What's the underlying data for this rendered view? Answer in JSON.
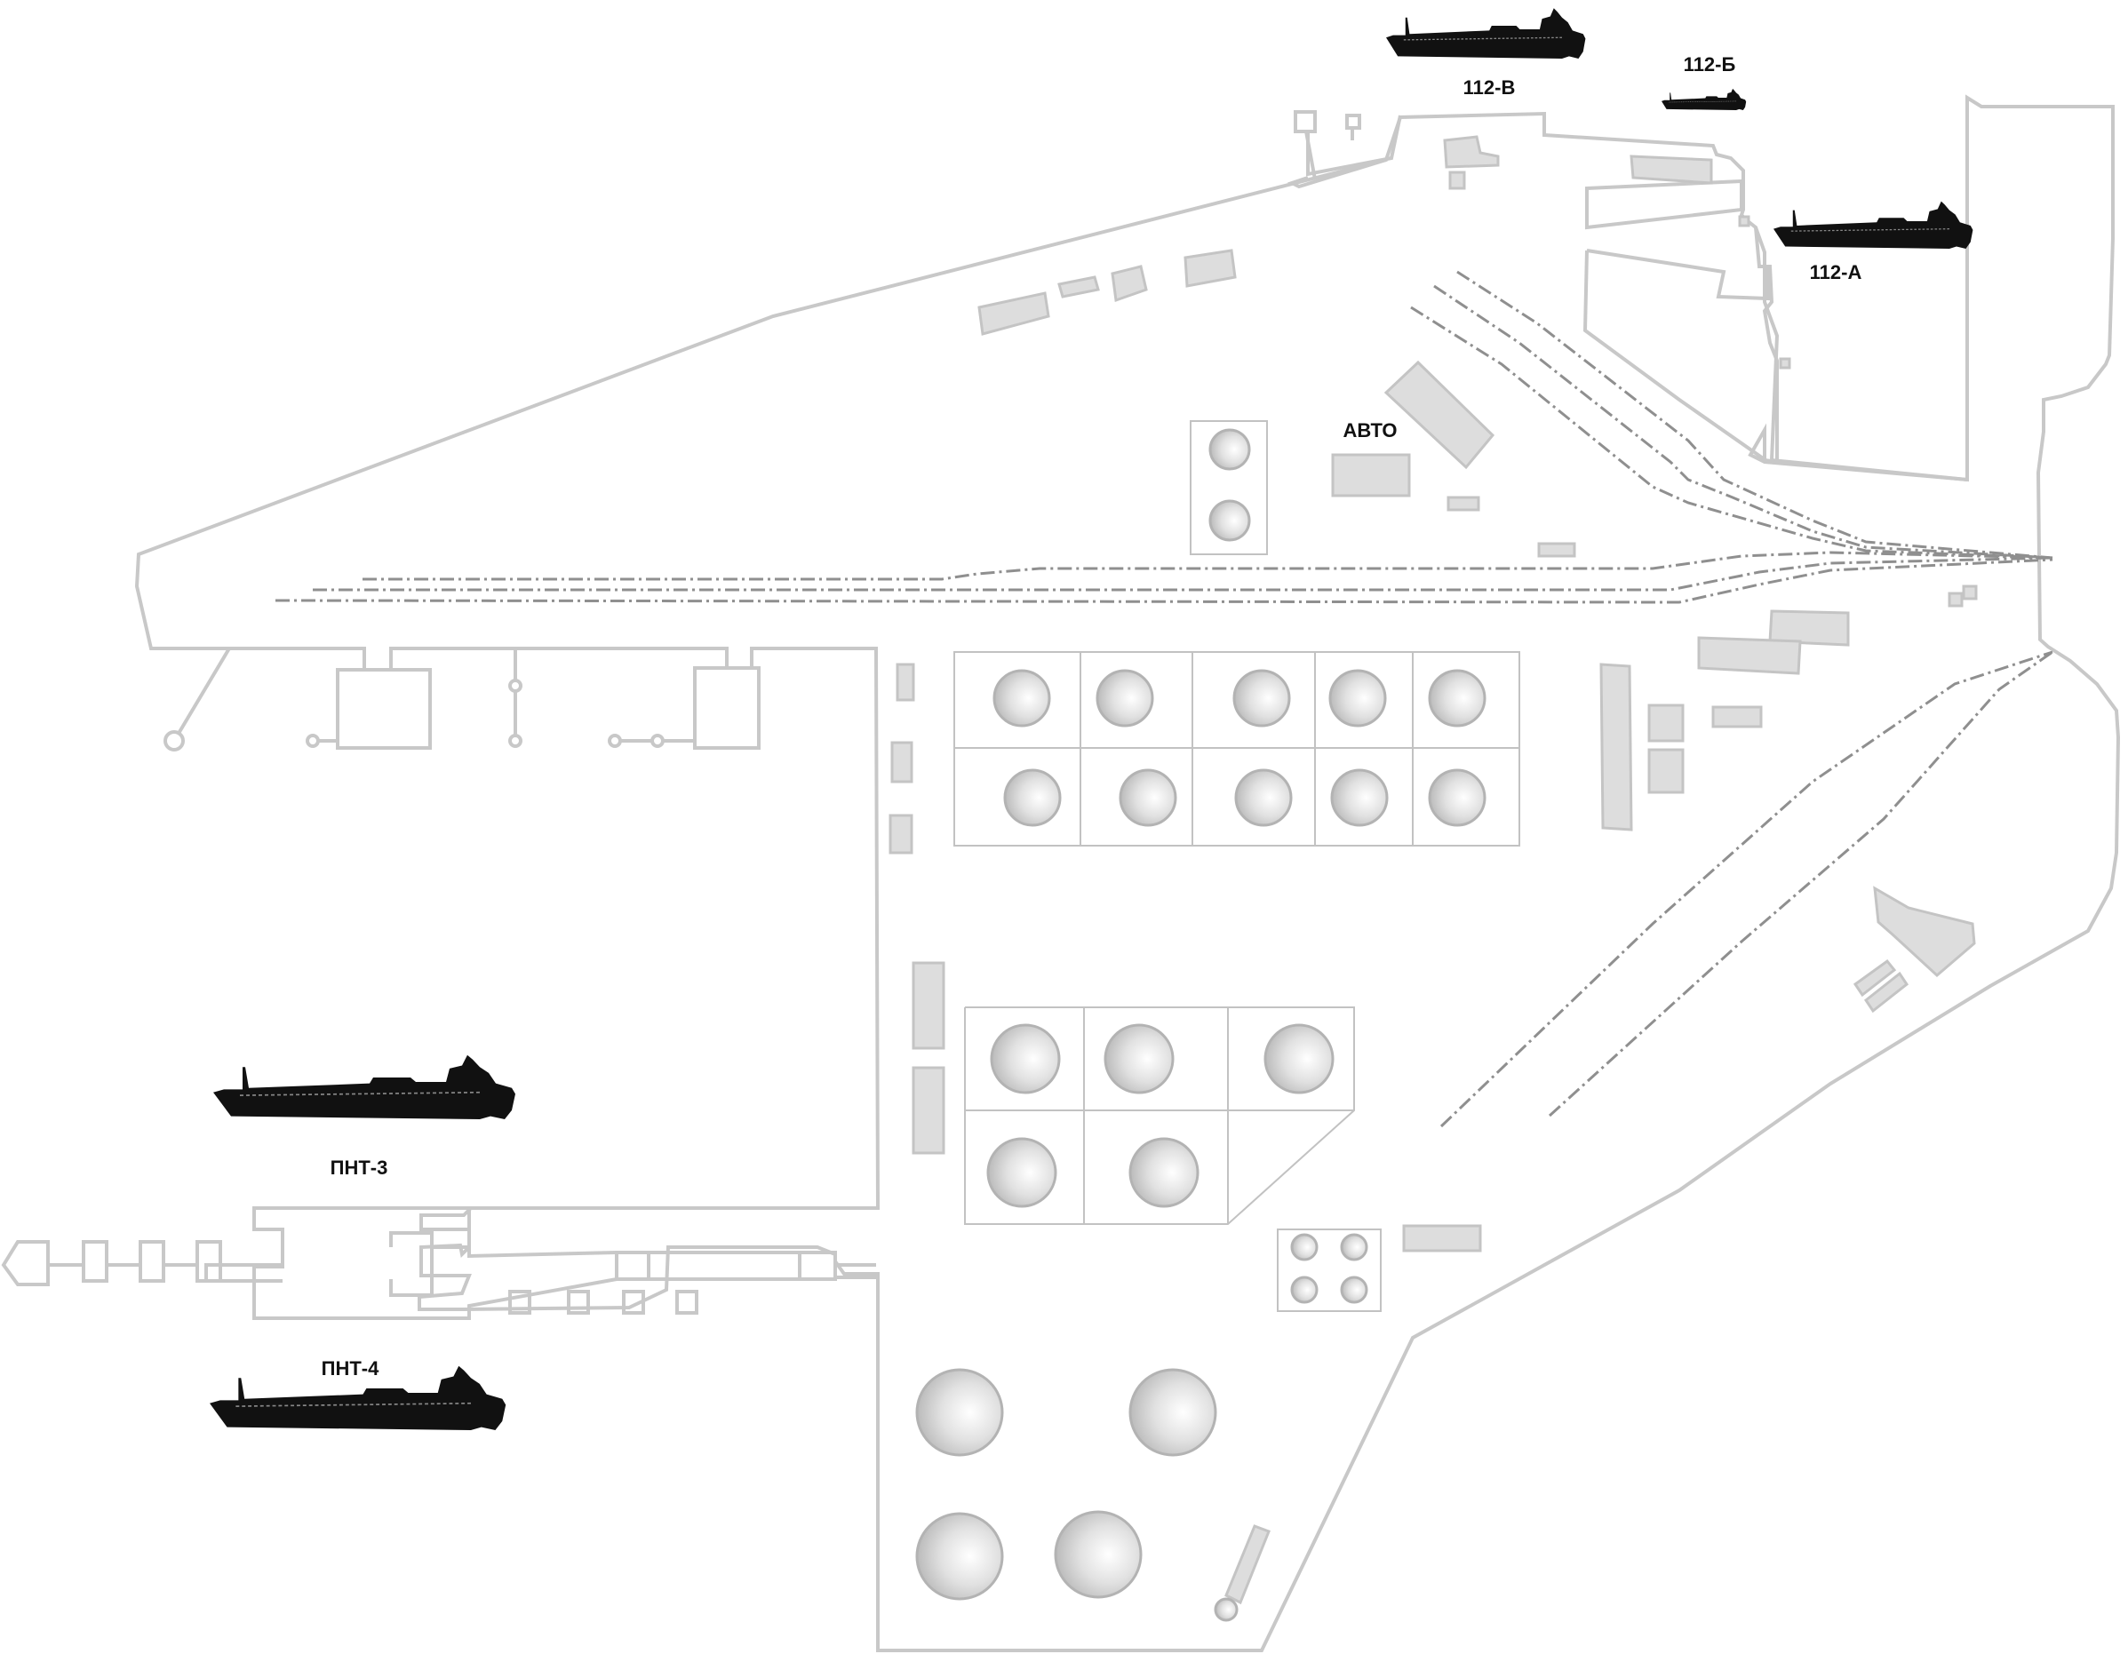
{
  "colors": {
    "outline": "#c8c8c8",
    "building": "#dddddd",
    "rail": "#8f8f8f",
    "ship": "#111111",
    "label": "#111111"
  },
  "icons": {
    "ship": "tanker-ship-icon",
    "tank": "storage-tank-icon"
  },
  "berths": {
    "b112v": "112-В",
    "b112b": "112-Б",
    "b112a": "112-А",
    "pnt3": "ПНТ-3",
    "pnt4": "ПНТ-4"
  },
  "zones": {
    "auto": "АВТО"
  }
}
